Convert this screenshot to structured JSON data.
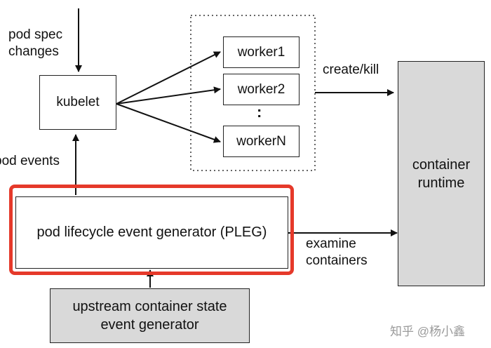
{
  "labels": {
    "pod_spec": "pod spec\nchanges",
    "pod_events": "pod events",
    "create_kill": "create/kill",
    "examine": "examine\ncontainers",
    "dots": ":"
  },
  "nodes": {
    "kubelet": "kubelet",
    "worker1": "worker1",
    "worker2": "worker2",
    "workerN": "workerN",
    "pleg": "pod lifecycle event generator (PLEG)",
    "runtime": "container\nruntime",
    "upstream": "upstream container state\nevent generator"
  },
  "watermark": "知乎 @杨小鑫",
  "colors": {
    "highlight": "#e5392a",
    "gray_box": "#d9d9d9",
    "line": "#111111"
  }
}
